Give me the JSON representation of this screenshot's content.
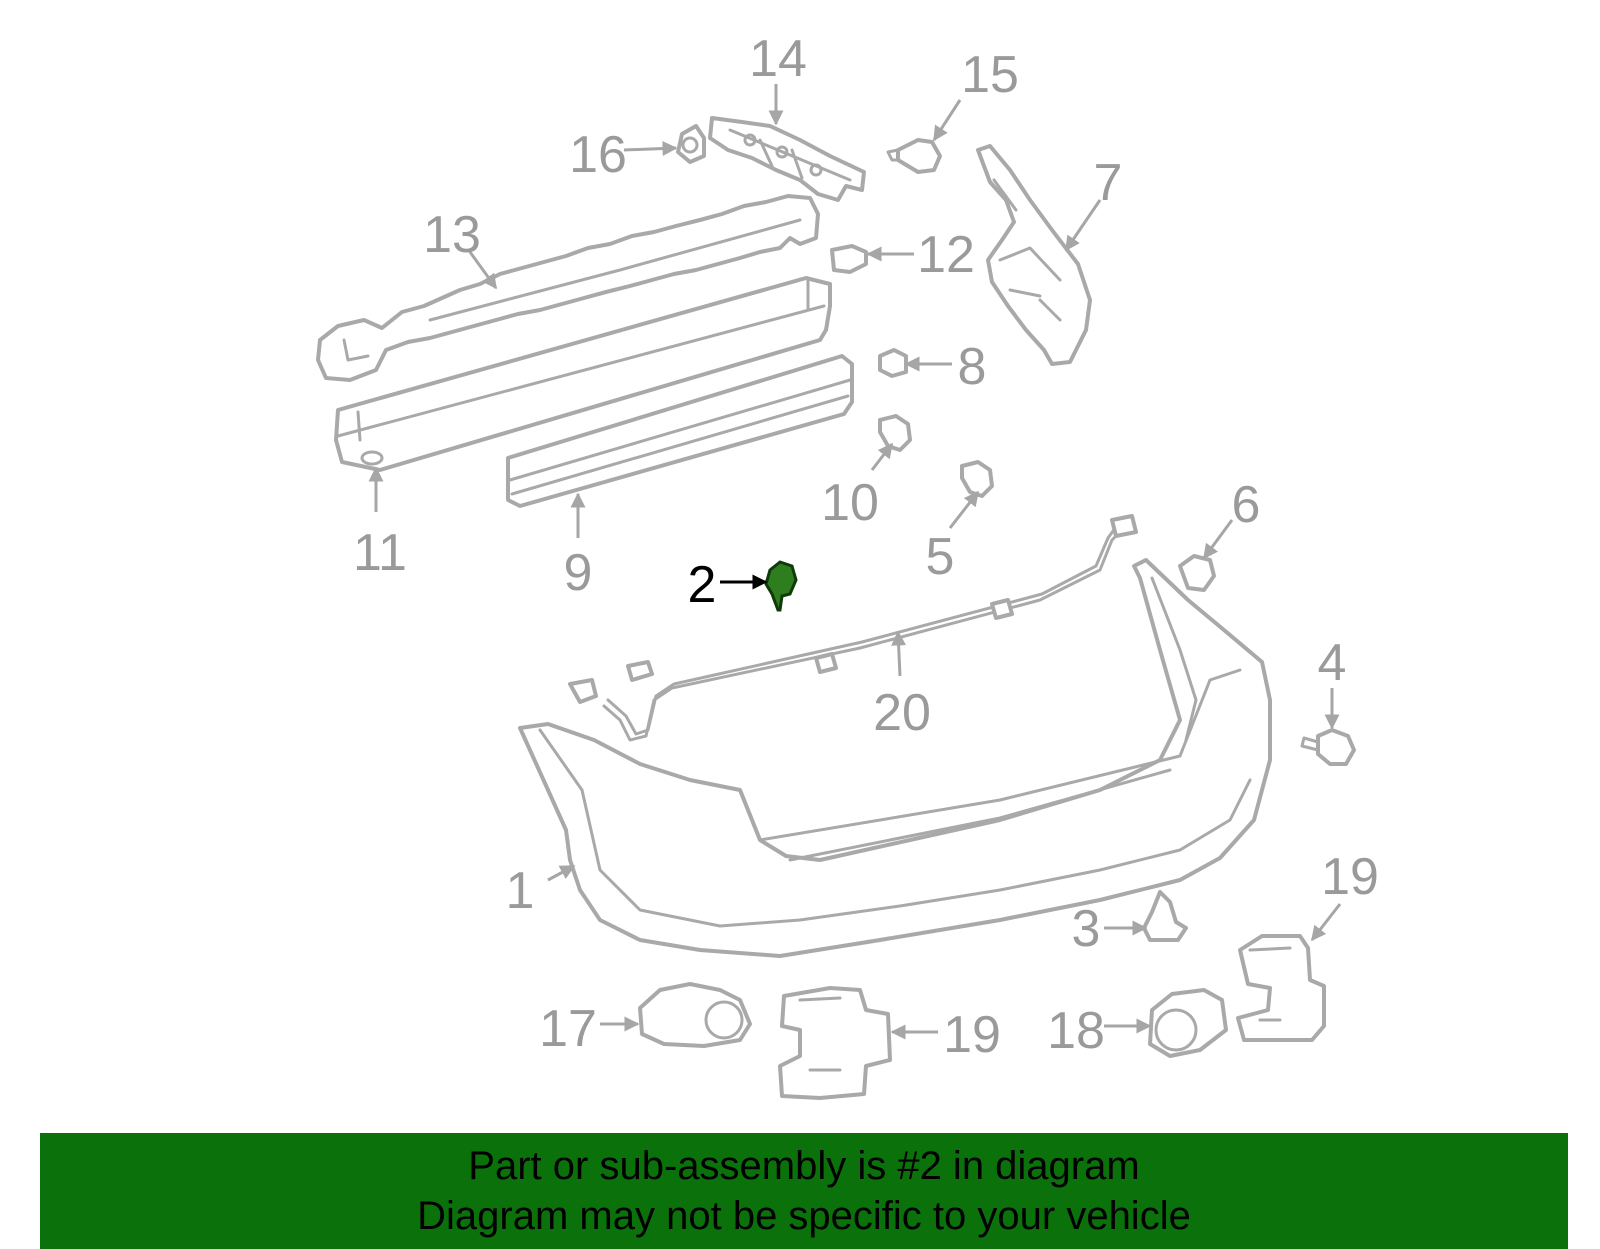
{
  "highlight_color": "#2e7d1e",
  "banner_color": "#0b720b",
  "callouts": [
    {
      "id": "c14",
      "label": "14"
    },
    {
      "id": "c15",
      "label": "15"
    },
    {
      "id": "c16",
      "label": "16"
    },
    {
      "id": "c7",
      "label": "7"
    },
    {
      "id": "c13",
      "label": "13"
    },
    {
      "id": "c12",
      "label": "12"
    },
    {
      "id": "c8",
      "label": "8"
    },
    {
      "id": "c10",
      "label": "10"
    },
    {
      "id": "c11",
      "label": "11"
    },
    {
      "id": "c9",
      "label": "9"
    },
    {
      "id": "c5",
      "label": "5"
    },
    {
      "id": "c6",
      "label": "6"
    },
    {
      "id": "c2",
      "label": "2"
    },
    {
      "id": "c20",
      "label": "20"
    },
    {
      "id": "c4",
      "label": "4"
    },
    {
      "id": "c1",
      "label": "1"
    },
    {
      "id": "c19a",
      "label": "19"
    },
    {
      "id": "c3",
      "label": "3"
    },
    {
      "id": "c17",
      "label": "17"
    },
    {
      "id": "c19b",
      "label": "19"
    },
    {
      "id": "c18",
      "label": "18"
    }
  ],
  "banner": {
    "line1": "Part or sub-assembly is #2 in diagram",
    "line2": "Diagram may not be specific to your vehicle"
  }
}
